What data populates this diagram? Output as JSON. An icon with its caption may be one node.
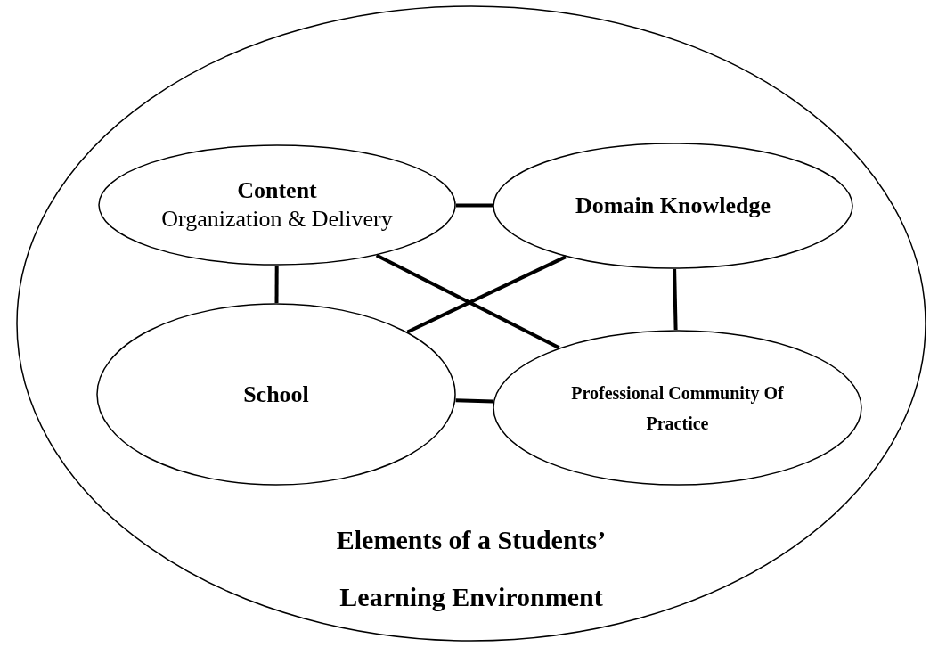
{
  "diagram": {
    "nodes": [
      {
        "text": [
          "Elements of a Students’ Learning Environment"
        ]
      },
      {
        "text": [
          "Content",
          "Organization & Delivery"
        ],
        "in": 0
      },
      {
        "text": [
          "Domain Knowledge"
        ],
        "in": 0
      },
      {
        "text": [
          "School"
        ],
        "in": 0
      },
      {
        "text": [
          "Professional Community Of Practice"
        ],
        "in": 0
      }
    ],
    "edges": [
      {
        "from": 1,
        "to": 2,
        "arrow": "none"
      },
      {
        "from": 1,
        "to": 3,
        "arrow": "none"
      },
      {
        "from": 2,
        "to": 4,
        "arrow": "none"
      },
      {
        "from": 3,
        "to": 4,
        "arrow": "none"
      },
      {
        "from": 1,
        "to": 4,
        "arrow": "none"
      },
      {
        "from": 2,
        "to": 3,
        "arrow": "none"
      }
    ]
  }
}
